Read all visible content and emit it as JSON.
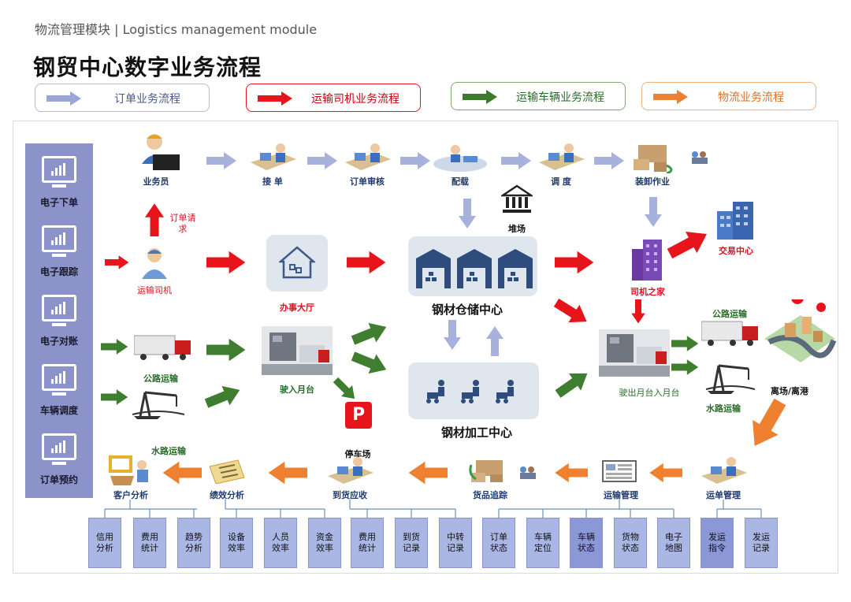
{
  "header": {
    "subtitle": "物流管理模块 | Logistics management module",
    "title": "钢贸中心数字业务流程"
  },
  "legend": [
    {
      "label": "订单业务流程",
      "color": "#9aa6d6"
    },
    {
      "label": "运输司机业务流程",
      "color": "#e8141b"
    },
    {
      "label": "运输车辆业务流程",
      "color": "#3c7a2e"
    },
    {
      "label": "物流业务流程",
      "color": "#ee8030"
    }
  ],
  "sidebar": [
    {
      "label": "电子下单"
    },
    {
      "label": "电子跟踪"
    },
    {
      "label": "电子对账"
    },
    {
      "label": "车辆调度"
    },
    {
      "label": "订单预约"
    }
  ],
  "nodes": {
    "salesman": "业务员",
    "receive_order": "接 单",
    "order_review": "订单审核",
    "stowage": "配载",
    "dispatch": "调 度",
    "loading": "装卸作业",
    "yard": "堆场",
    "order_request": "订单请求",
    "driver": "运输司机",
    "office_hall": "办事大厅",
    "steel_storage": "钢材仓储中心",
    "driver_home": "司机之家",
    "trade_center": "交易中心",
    "road_transport_left": "公路运输",
    "drive_in_platform": "驶入月台",
    "steel_processing": "钢材加工中心",
    "drive_out_platform": "驶出月台入月台",
    "road_transport_right": "公路运输",
    "water_transport_right": "水路运输",
    "leave_port": "离场/离港",
    "parking": "停车场",
    "water_transport_bottom": "水路运输",
    "customer_analysis": "客户分析",
    "performance_analysis": "绩效分析",
    "delivery_receivable": "到货应收",
    "goods_tracking": "货品追踪",
    "transport_mgmt": "运输管理",
    "waybill_mgmt": "运单管理",
    "parking_sign": "P"
  },
  "bottom_items": [
    {
      "label": "信用\n分析"
    },
    {
      "label": "费用\n统计"
    },
    {
      "label": "趋势\n分析"
    },
    {
      "label": "设备\n效率"
    },
    {
      "label": "人员\n效率"
    },
    {
      "label": "资金\n效率"
    },
    {
      "label": "费用\n统计"
    },
    {
      "label": "到货\n记录"
    },
    {
      "label": "中转\n记录"
    },
    {
      "label": "订单\n状态"
    },
    {
      "label": "车辆\n定位"
    },
    {
      "label": "车辆\n状态"
    },
    {
      "label": "货物\n状态"
    },
    {
      "label": "电子\n地图"
    },
    {
      "label": "发运\n指令"
    },
    {
      "label": "发运\n记录"
    }
  ]
}
